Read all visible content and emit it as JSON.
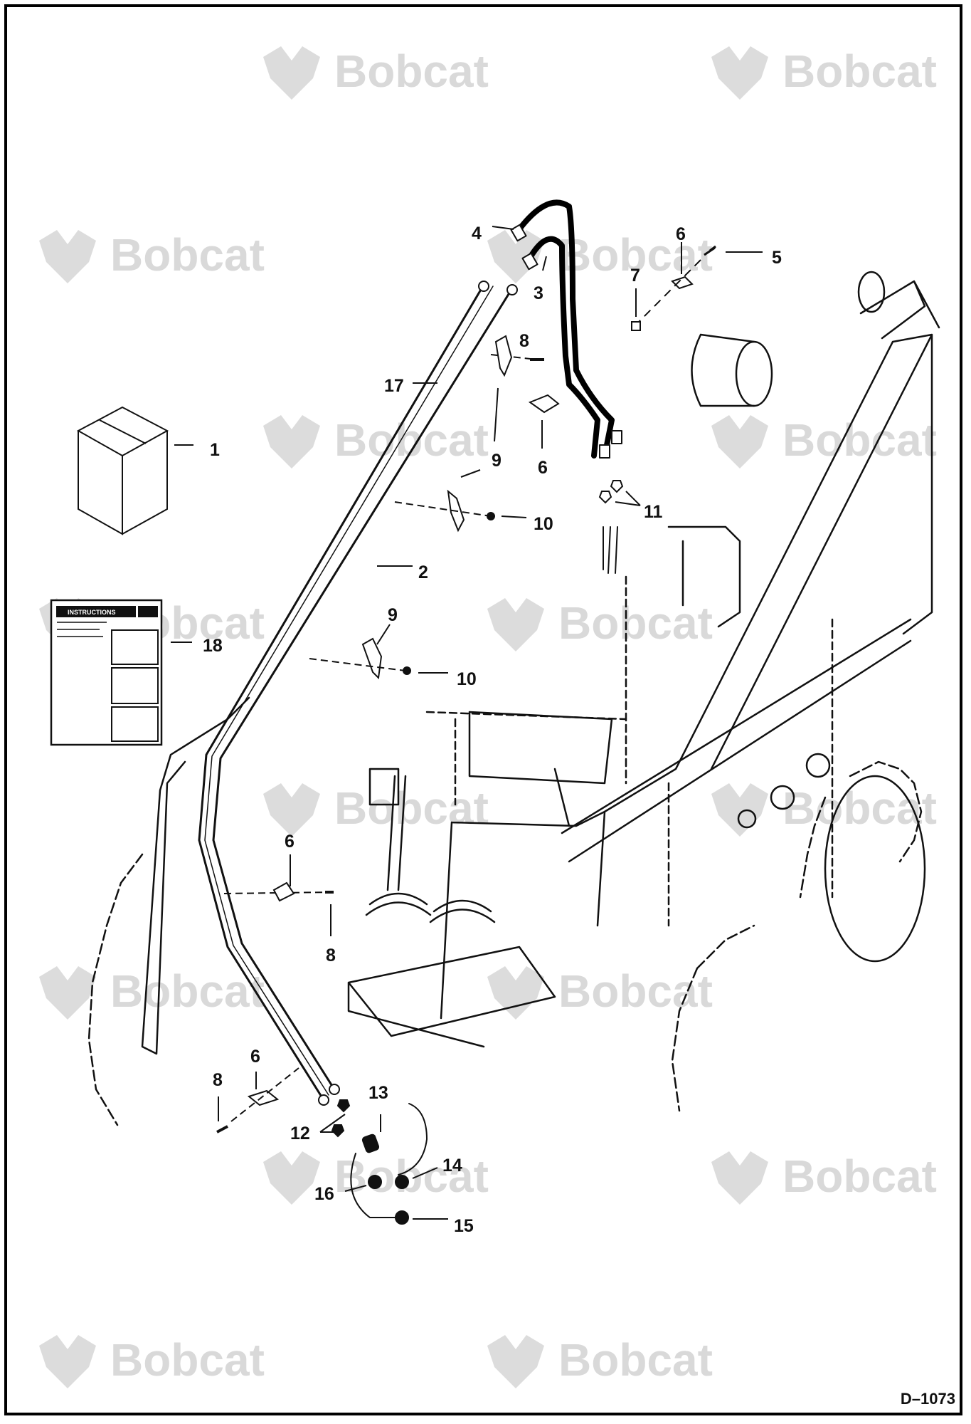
{
  "watermark": {
    "brand": "Bobcat",
    "color": "#d9d9d9"
  },
  "drawing_id": "D–1073",
  "kit_sheet_title": "INSTRUCTIONS",
  "callouts": {
    "c1": "1",
    "c2": "2",
    "c3": "3",
    "c4": "4",
    "c5": "5",
    "c6a": "6",
    "c6b": "6",
    "c6c": "6",
    "c6d": "6",
    "c7": "7",
    "c8a": "8",
    "c8b": "8",
    "c8c": "8",
    "c9a": "9",
    "c9b": "9",
    "c10a": "10",
    "c10b": "10",
    "c11": "11",
    "c12": "12",
    "c13": "13",
    "c14": "14",
    "c15": "15",
    "c16": "16",
    "c17": "17",
    "c18": "18"
  }
}
